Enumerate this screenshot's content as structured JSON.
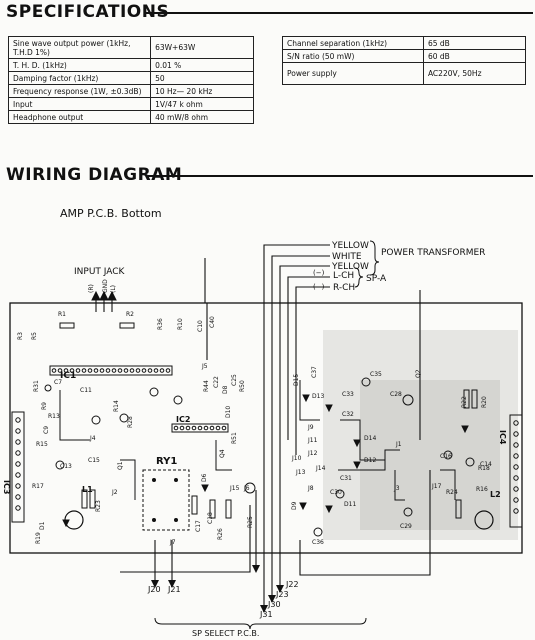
{
  "specs_heading": "SPECIFICATIONS",
  "specs_left": [
    {
      "label": "Sine wave output power (1kHz, T.H.D 1%)",
      "value": "63W+63W"
    },
    {
      "label": "T. H. D. (1kHz)",
      "value": "0.01 %"
    },
    {
      "label": "Damping factor (1kHz)",
      "value": "50"
    },
    {
      "label": "Frequency response (1W, ±0.3dB)",
      "value": "10 Hz— 20 kHz"
    },
    {
      "label": "Input",
      "value": "1V/47 k ohm"
    },
    {
      "label": "Headphone output",
      "value": "40 mW/8 ohm"
    }
  ],
  "specs_right": [
    {
      "label": "Channel separation (1kHz)",
      "value": "65 dB"
    },
    {
      "label": "S/N ratio (50 mW)",
      "value": "60 dB"
    },
    {
      "label": "Power supply",
      "value": "AC220V, 50Hz"
    }
  ],
  "wiring_heading": "WIRING DIAGRAM",
  "board_title": "AMP  P.C.B.  Bottom",
  "labels": {
    "yellow": "YELLOW",
    "white": "WHITE",
    "yellow2": "YELLOW",
    "power_transformer": "POWER  TRANSFORMER",
    "lch": "L-CH",
    "rch": "R-CH",
    "minus": "(−)",
    "spa": "SP-A",
    "input_jack": "INPUT  JACK",
    "rch_in": "(R)",
    "gnd_in": "GND",
    "lch_in": "(L)",
    "sp_select": "SP SELECT P.C.B."
  },
  "parts": [
    {
      "t": "IC1"
    },
    {
      "t": "IC2"
    },
    {
      "t": "IC3"
    },
    {
      "t": "IC4"
    },
    {
      "t": "RY1"
    },
    {
      "t": "L1"
    },
    {
      "t": "L2"
    },
    {
      "t": "R1"
    },
    {
      "t": "R2"
    },
    {
      "t": "R3"
    },
    {
      "t": "R5"
    },
    {
      "t": "R9"
    },
    {
      "t": "R10"
    },
    {
      "t": "R13"
    },
    {
      "t": "R14"
    },
    {
      "t": "R15"
    },
    {
      "t": "R16"
    },
    {
      "t": "R17"
    },
    {
      "t": "R18"
    },
    {
      "t": "R19"
    },
    {
      "t": "R20"
    },
    {
      "t": "R22"
    },
    {
      "t": "R23"
    },
    {
      "t": "R24"
    },
    {
      "t": "R25"
    },
    {
      "t": "R26"
    },
    {
      "t": "R28"
    },
    {
      "t": "R31"
    },
    {
      "t": "R36"
    },
    {
      "t": "R44"
    },
    {
      "t": "R50"
    },
    {
      "t": "R51"
    },
    {
      "t": "C7"
    },
    {
      "t": "C9"
    },
    {
      "t": "C10"
    },
    {
      "t": "C11"
    },
    {
      "t": "C13"
    },
    {
      "t": "C14"
    },
    {
      "t": "C15"
    },
    {
      "t": "C16"
    },
    {
      "t": "C17"
    },
    {
      "t": "C18"
    },
    {
      "t": "C22"
    },
    {
      "t": "C25"
    },
    {
      "t": "C28"
    },
    {
      "t": "C29"
    },
    {
      "t": "C30"
    },
    {
      "t": "C31"
    },
    {
      "t": "C32"
    },
    {
      "t": "C33"
    },
    {
      "t": "C35"
    },
    {
      "t": "C36"
    },
    {
      "t": "C37"
    },
    {
      "t": "C40"
    },
    {
      "t": "D1"
    },
    {
      "t": "D6"
    },
    {
      "t": "D8"
    },
    {
      "t": "D9"
    },
    {
      "t": "D10"
    },
    {
      "t": "D11"
    },
    {
      "t": "D12"
    },
    {
      "t": "D13"
    },
    {
      "t": "D14"
    },
    {
      "t": "D15"
    },
    {
      "t": "Q1"
    },
    {
      "t": "Q2"
    },
    {
      "t": "Q4"
    },
    {
      "t": "J1"
    },
    {
      "t": "J2"
    },
    {
      "t": "J3"
    },
    {
      "t": "J4"
    },
    {
      "t": "J5"
    },
    {
      "t": "J6"
    },
    {
      "t": "J7"
    },
    {
      "t": "J8"
    },
    {
      "t": "J9"
    },
    {
      "t": "J10"
    },
    {
      "t": "J11"
    },
    {
      "t": "J12"
    },
    {
      "t": "J13"
    },
    {
      "t": "J14"
    },
    {
      "t": "J15"
    },
    {
      "t": "J17"
    },
    {
      "t": "J20"
    },
    {
      "t": "J21"
    },
    {
      "t": "J22"
    },
    {
      "t": "J23"
    },
    {
      "t": "J30"
    },
    {
      "t": "J31"
    }
  ]
}
